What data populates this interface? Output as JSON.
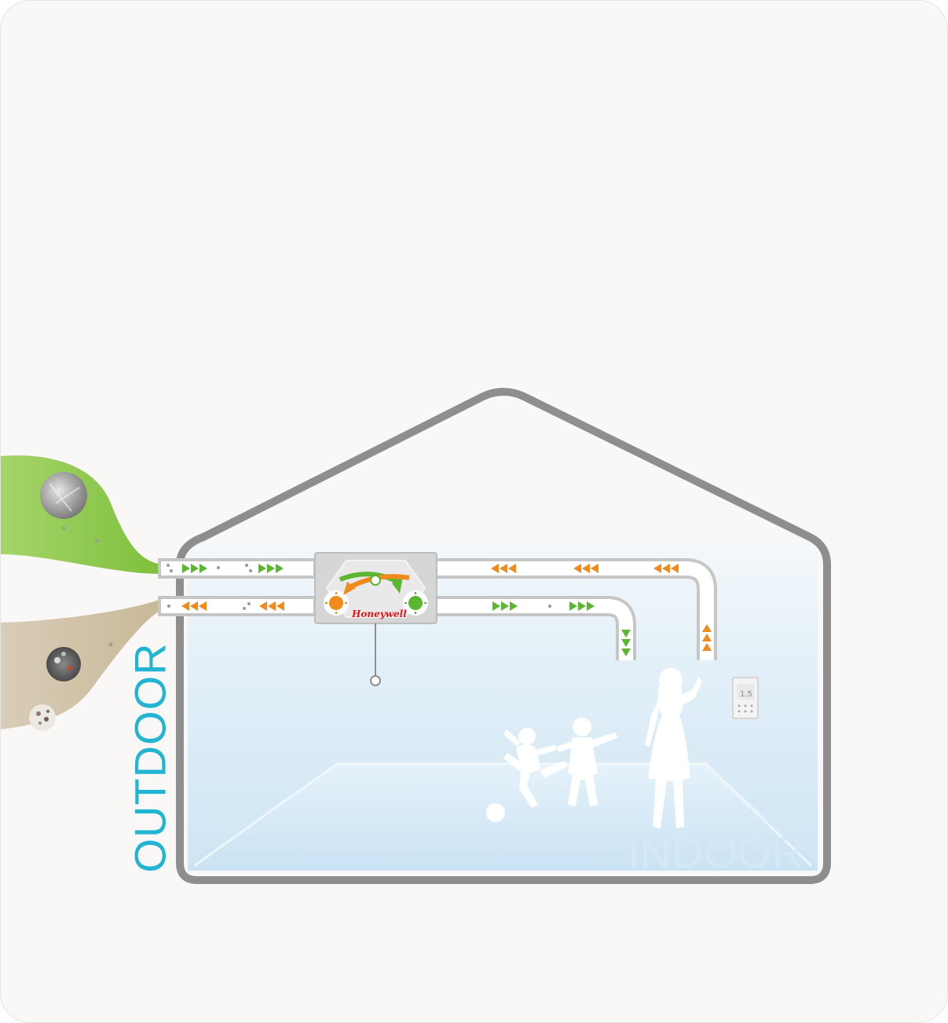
{
  "labels": {
    "outdoor": "OUTDOOR",
    "indoor": "INDOOR",
    "brand": "Honeywell"
  },
  "colors": {
    "background": "#f9f8f6",
    "house_outline": "#8e8e8e",
    "room_fill": "#dcecf7",
    "fresh_air": "#8cc63f",
    "polluted_air": "#cdbfa6",
    "supply_arrow": "#5bb631",
    "exhaust_arrow": "#f08a1d",
    "outdoor_label": "#22b4d3",
    "indoor_label": "#d4e9f6",
    "brand": "#e01919"
  },
  "icons": [
    "fresh-air-stream",
    "polluted-air-stream",
    "dust-particle-icon",
    "pollution-particle-icon",
    "ventilation-unit-icon",
    "fan-icon",
    "control-panel-icon",
    "child-silhouette-icon",
    "woman-silhouette-icon",
    "ball-icon"
  ]
}
